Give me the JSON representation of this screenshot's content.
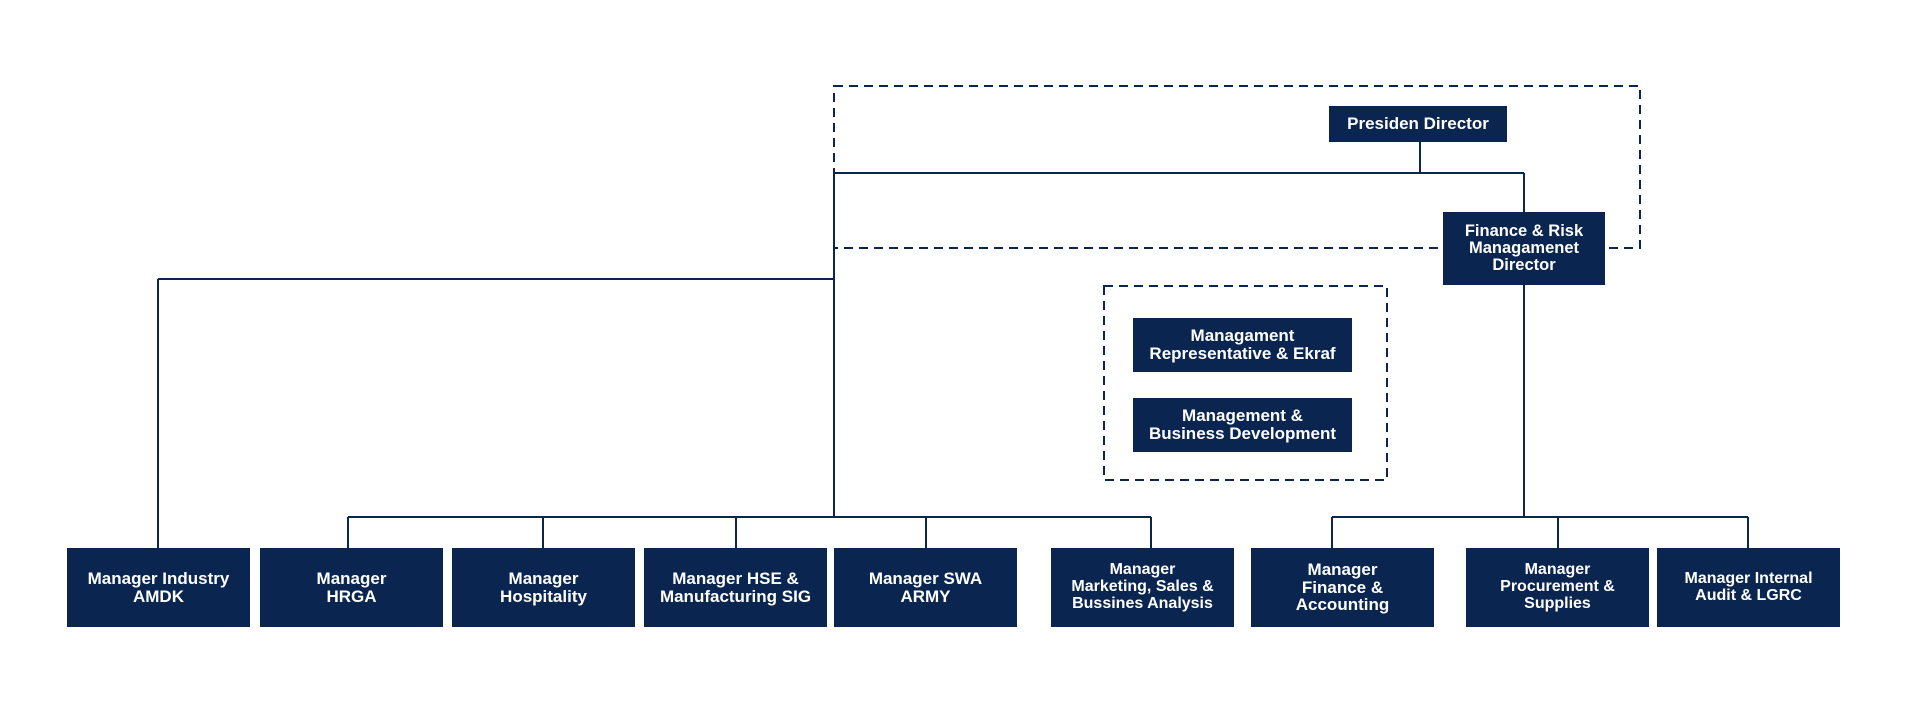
{
  "colors": {
    "box_fill": "#0a2550",
    "box_text": "#ffffff",
    "lines": "#0a2550",
    "background": "#ffffff"
  },
  "org": {
    "presiden_director": "Presiden Director",
    "finance_risk_director": "Finance & Risk\nManagamenet\nDirector",
    "management_representative": "Managament\nRepresentative & Ekraf",
    "business_development": "Management &\nBusiness Development",
    "managers": {
      "industry_amdk": "Manager Industry\nAMDK",
      "hrga": "Manager\nHRGA",
      "hospitality": "Manager\nHospitality",
      "hse_manufacturing": "Manager HSE &\nManufacturing SIG",
      "swa_army": "Manager SWA\nARMY",
      "marketing_sales": "Manager\nMarketing, Sales &\nBussines Analysis",
      "finance_accounting": "Manager\nFinance &\nAccounting",
      "procurement_supplies": "Manager\nProcurement &\nSupplies",
      "internal_audit": "Manager Internal\nAudit & LGRC"
    }
  }
}
